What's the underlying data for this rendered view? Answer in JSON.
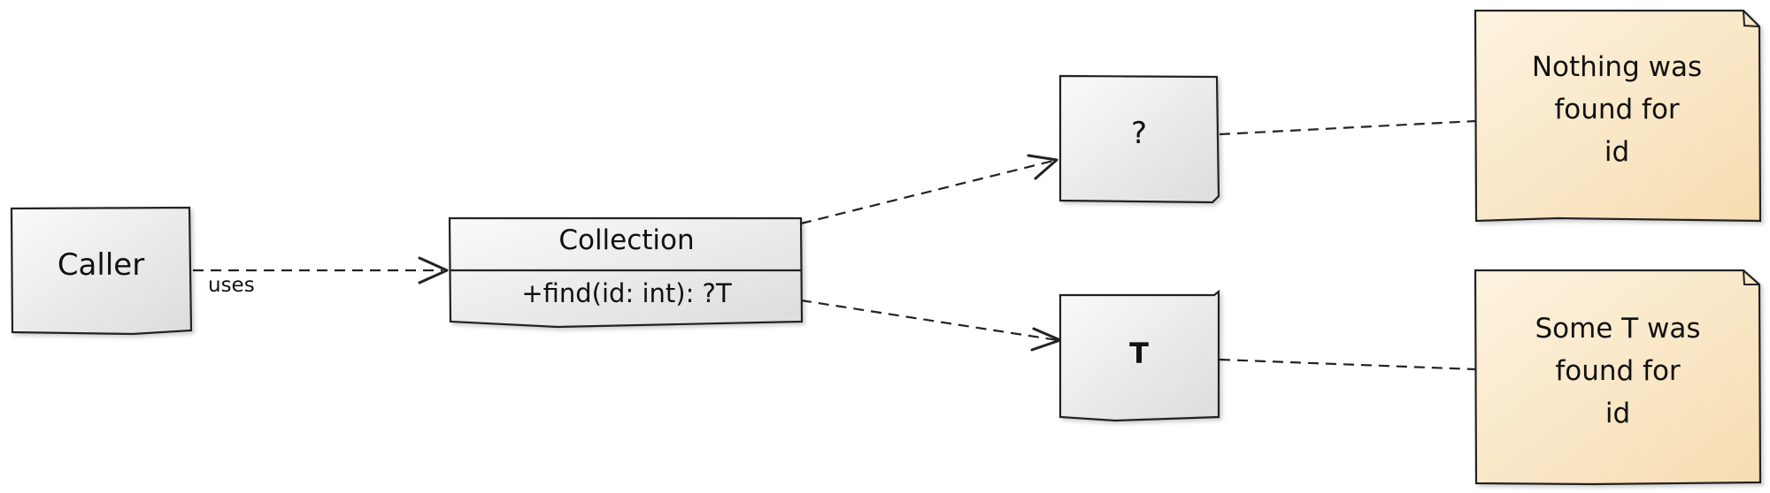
{
  "nodes": {
    "caller": {
      "label": "Caller"
    },
    "collection": {
      "title": "Collection",
      "method": "+find(id: int): ?T"
    },
    "unknown": {
      "label": "?"
    },
    "t": {
      "label": "T"
    }
  },
  "edges": {
    "uses": {
      "label": "uses"
    }
  },
  "notes": {
    "nothing": {
      "lines": [
        "Nothing was",
        "found for",
        "id"
      ]
    },
    "some": {
      "lines": [
        "Some T was",
        "found for",
        "id"
      ]
    }
  },
  "colors": {
    "box_fill_light": "#f8f8f8",
    "box_fill_dark": "#dedede",
    "note_fill_light": "#fdf1dc",
    "note_fill_dark": "#f7dfb6",
    "stroke": "#222222"
  }
}
